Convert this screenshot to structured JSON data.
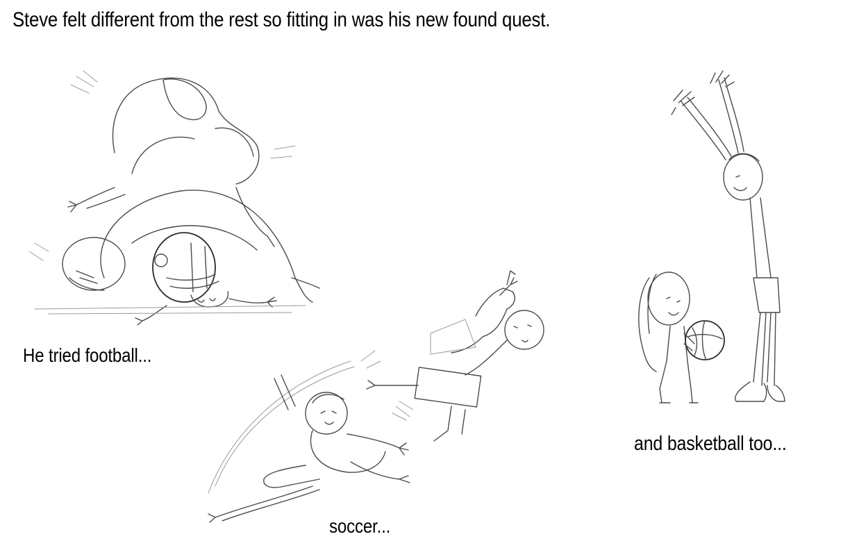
{
  "page": {
    "title": "Steve felt different from the rest so fitting in was his new found quest."
  },
  "panels": {
    "football": {
      "caption": "He tried football..."
    },
    "soccer": {
      "caption": "soccer..."
    },
    "basketball": {
      "caption": "and basketball too..."
    }
  },
  "illustrations": {
    "style": "pencil-sketch",
    "ink_color": "#4a4a4a",
    "background_color": "#ffffff"
  }
}
